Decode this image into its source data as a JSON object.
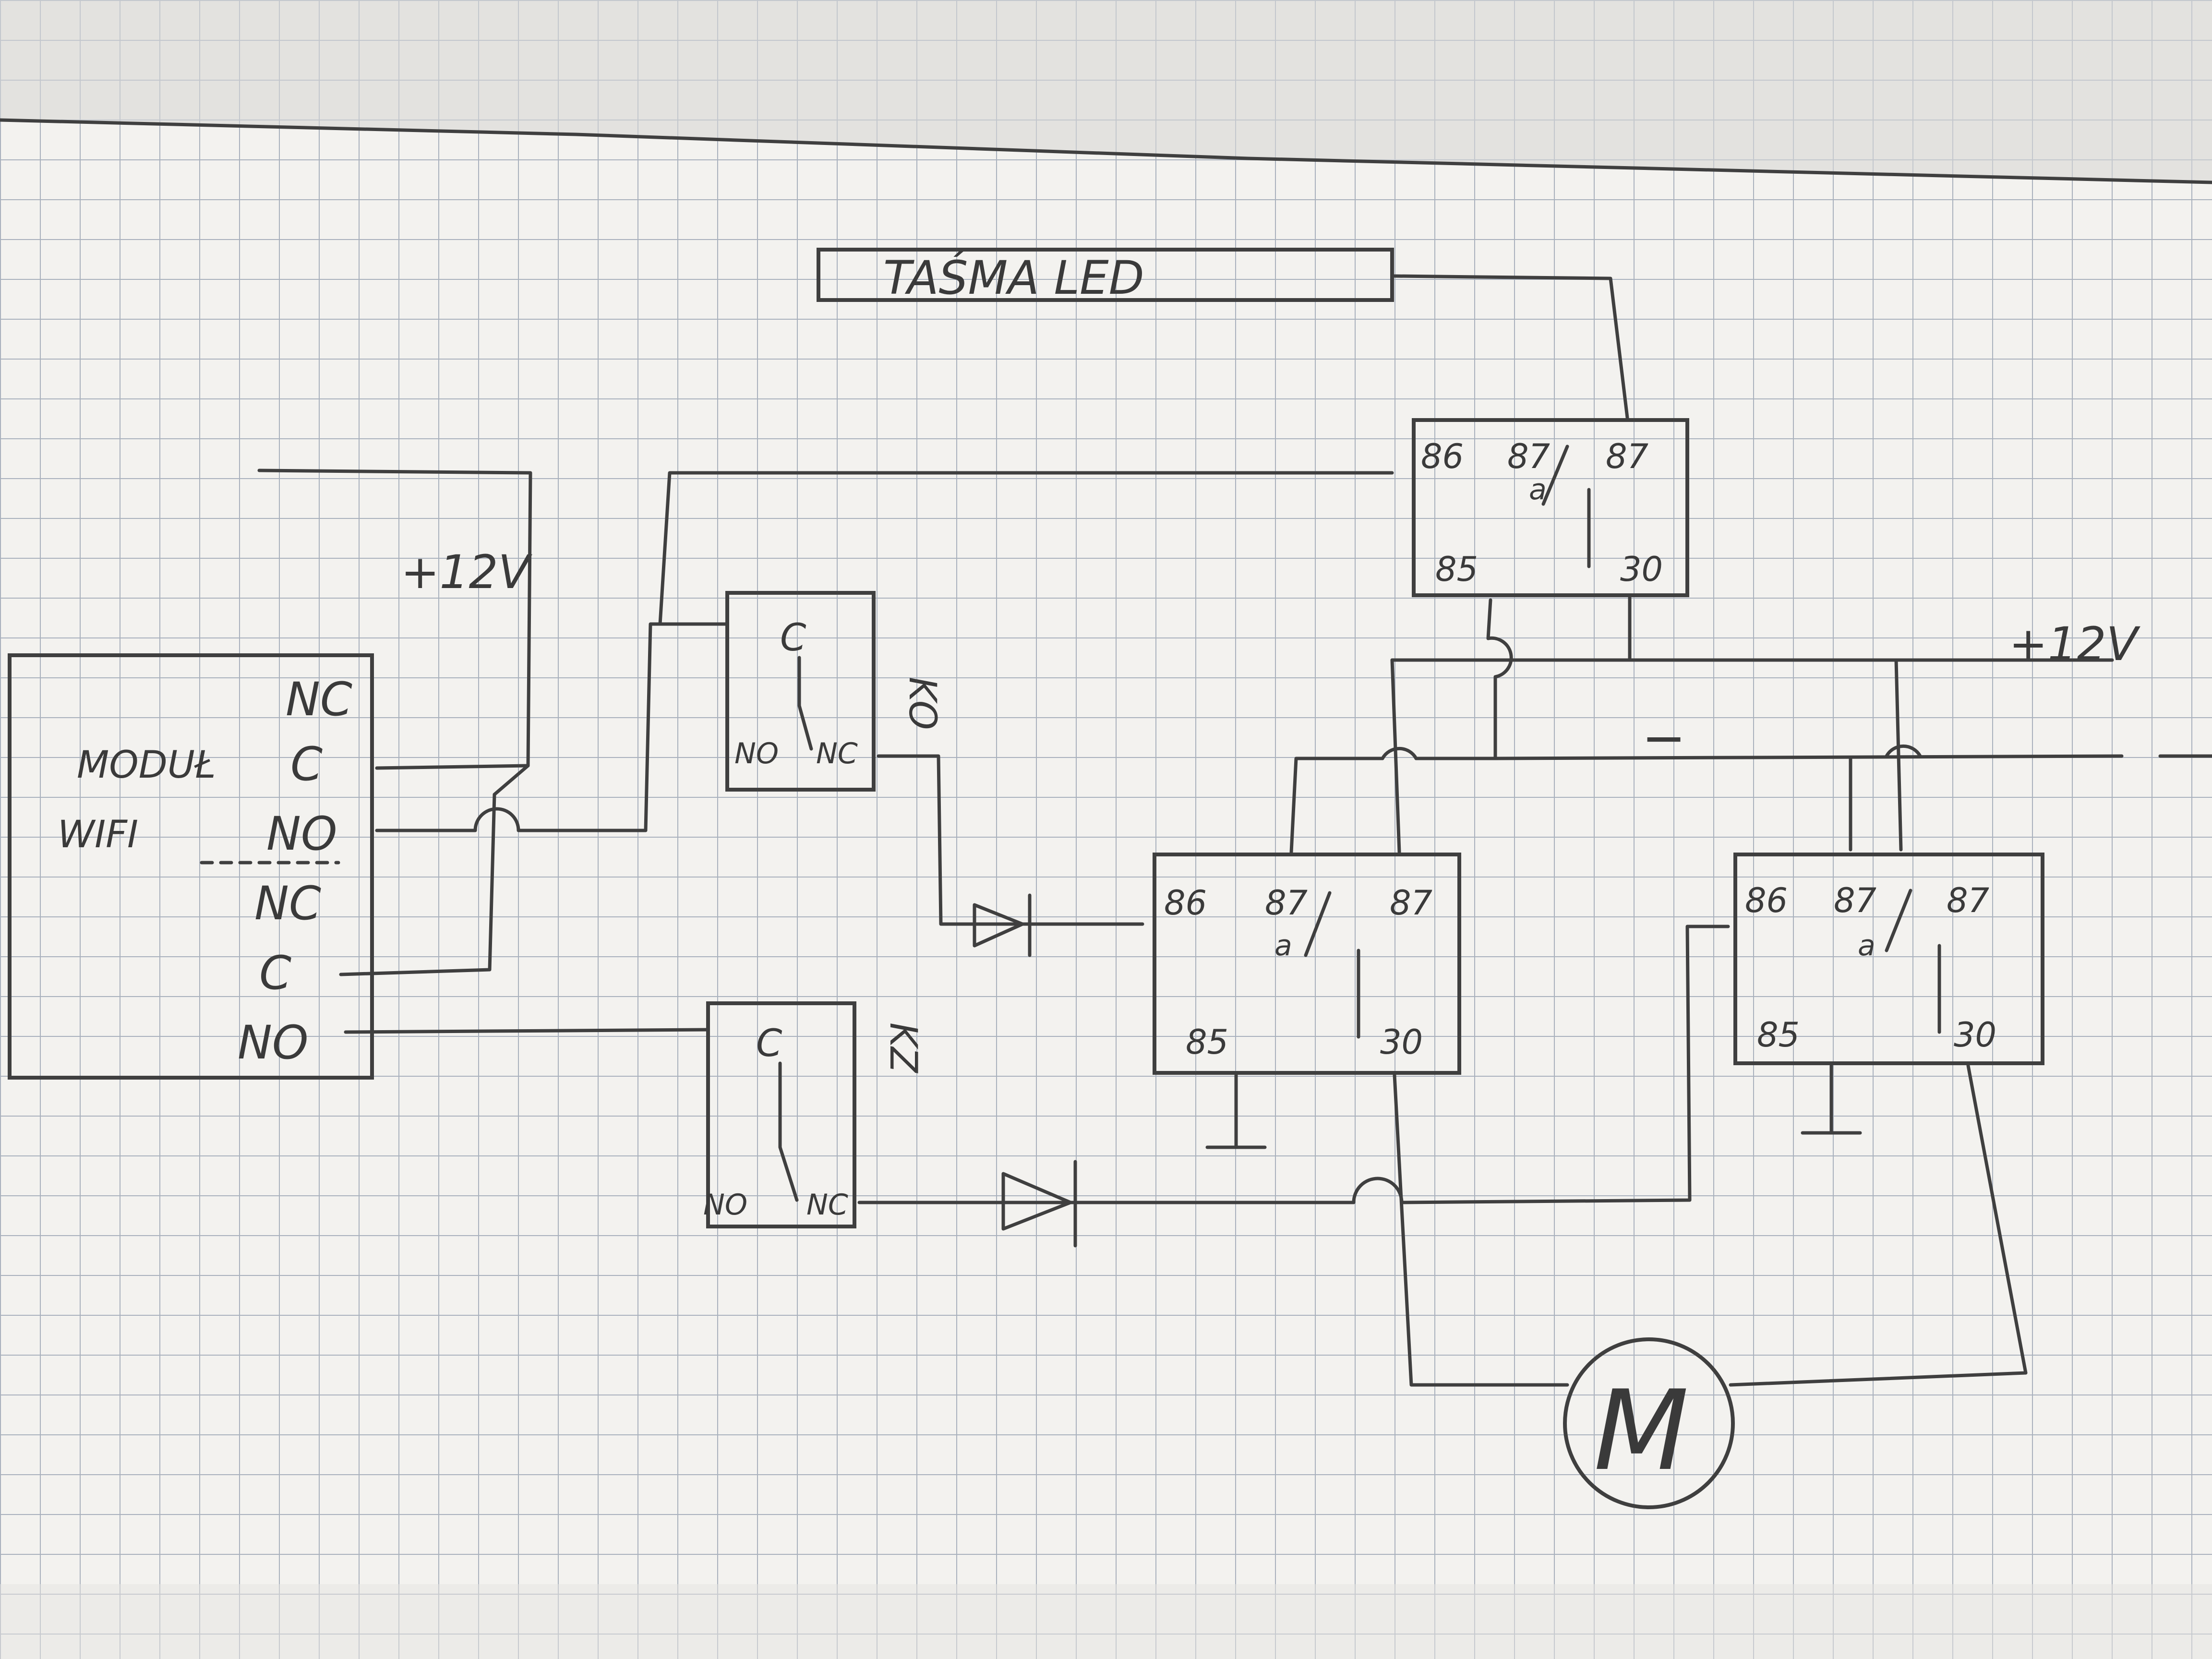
{
  "led_strip": {
    "label": "TAŚMA LED"
  },
  "wifi_module": {
    "label_line1": "MODUŁ",
    "label_line2": "WIFI",
    "pins": [
      "NC",
      "C",
      "NO",
      "NC",
      "C",
      "NO"
    ]
  },
  "supply": {
    "left": "+12V",
    "right": "+12V",
    "ground": "−"
  },
  "limit_switch_open": {
    "code": "KO",
    "pin_c": "C",
    "pin_no": "NO",
    "pin_nc": "NC"
  },
  "limit_switch_close": {
    "code": "KZ",
    "pin_c": "C",
    "pin_no": "NO",
    "pin_nc": "NC"
  },
  "relay_led": {
    "pins": [
      "86",
      "87",
      "a",
      "87",
      "85",
      "30"
    ]
  },
  "relay_1": {
    "pins": [
      "86",
      "87",
      "a",
      "87",
      "85",
      "30"
    ]
  },
  "relay_2": {
    "pins": [
      "86",
      "87",
      "a",
      "87",
      "85",
      "30"
    ]
  },
  "motor": {
    "label": "M"
  },
  "colors": {
    "paper": "#f3f2ef",
    "grid": "#a9b1bd",
    "ink": "#3f3f3f"
  }
}
